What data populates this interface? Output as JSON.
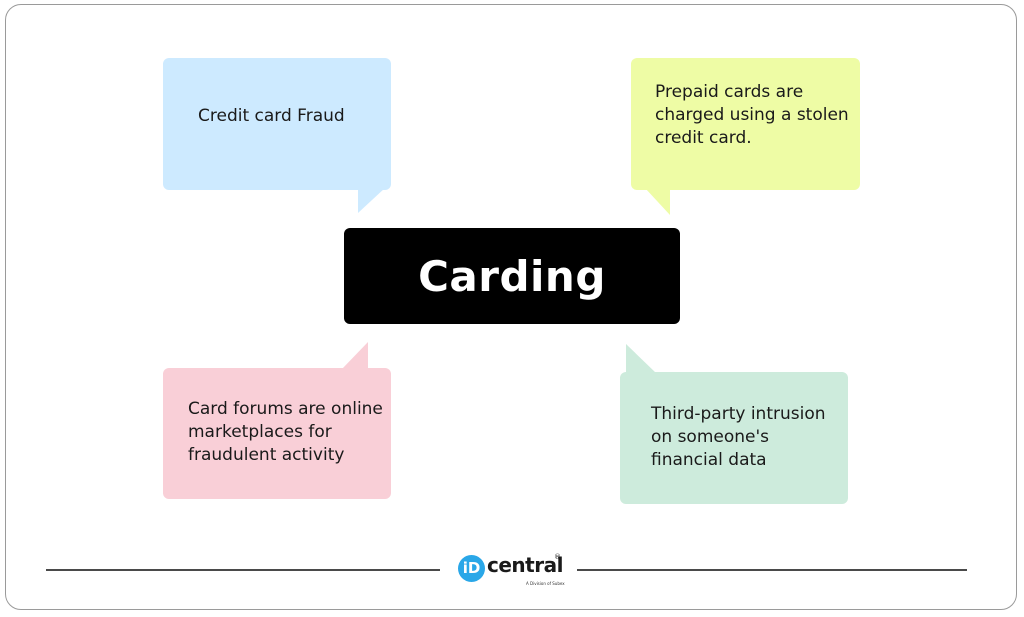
{
  "diagram": {
    "center": {
      "label": "Carding",
      "color": "#000000"
    },
    "bubbles": [
      {
        "text": "Credit card Fraud",
        "color": "#cdeaff"
      },
      {
        "text": "Prepaid cards are charged using a stolen credit card.",
        "color": "#eefca5"
      },
      {
        "text": "Card forums are online marketplaces for fraudulent activity",
        "color": "#f9cfd7"
      },
      {
        "text": "Third-party intrusion on someone's financial data",
        "color": "#cdebdc"
      }
    ]
  },
  "footer": {
    "logo_mark": "iD",
    "logo_word": "central",
    "logo_reg": "®",
    "logo_sub": "A Division of Subex",
    "brand_color": "#2aa7e8"
  }
}
